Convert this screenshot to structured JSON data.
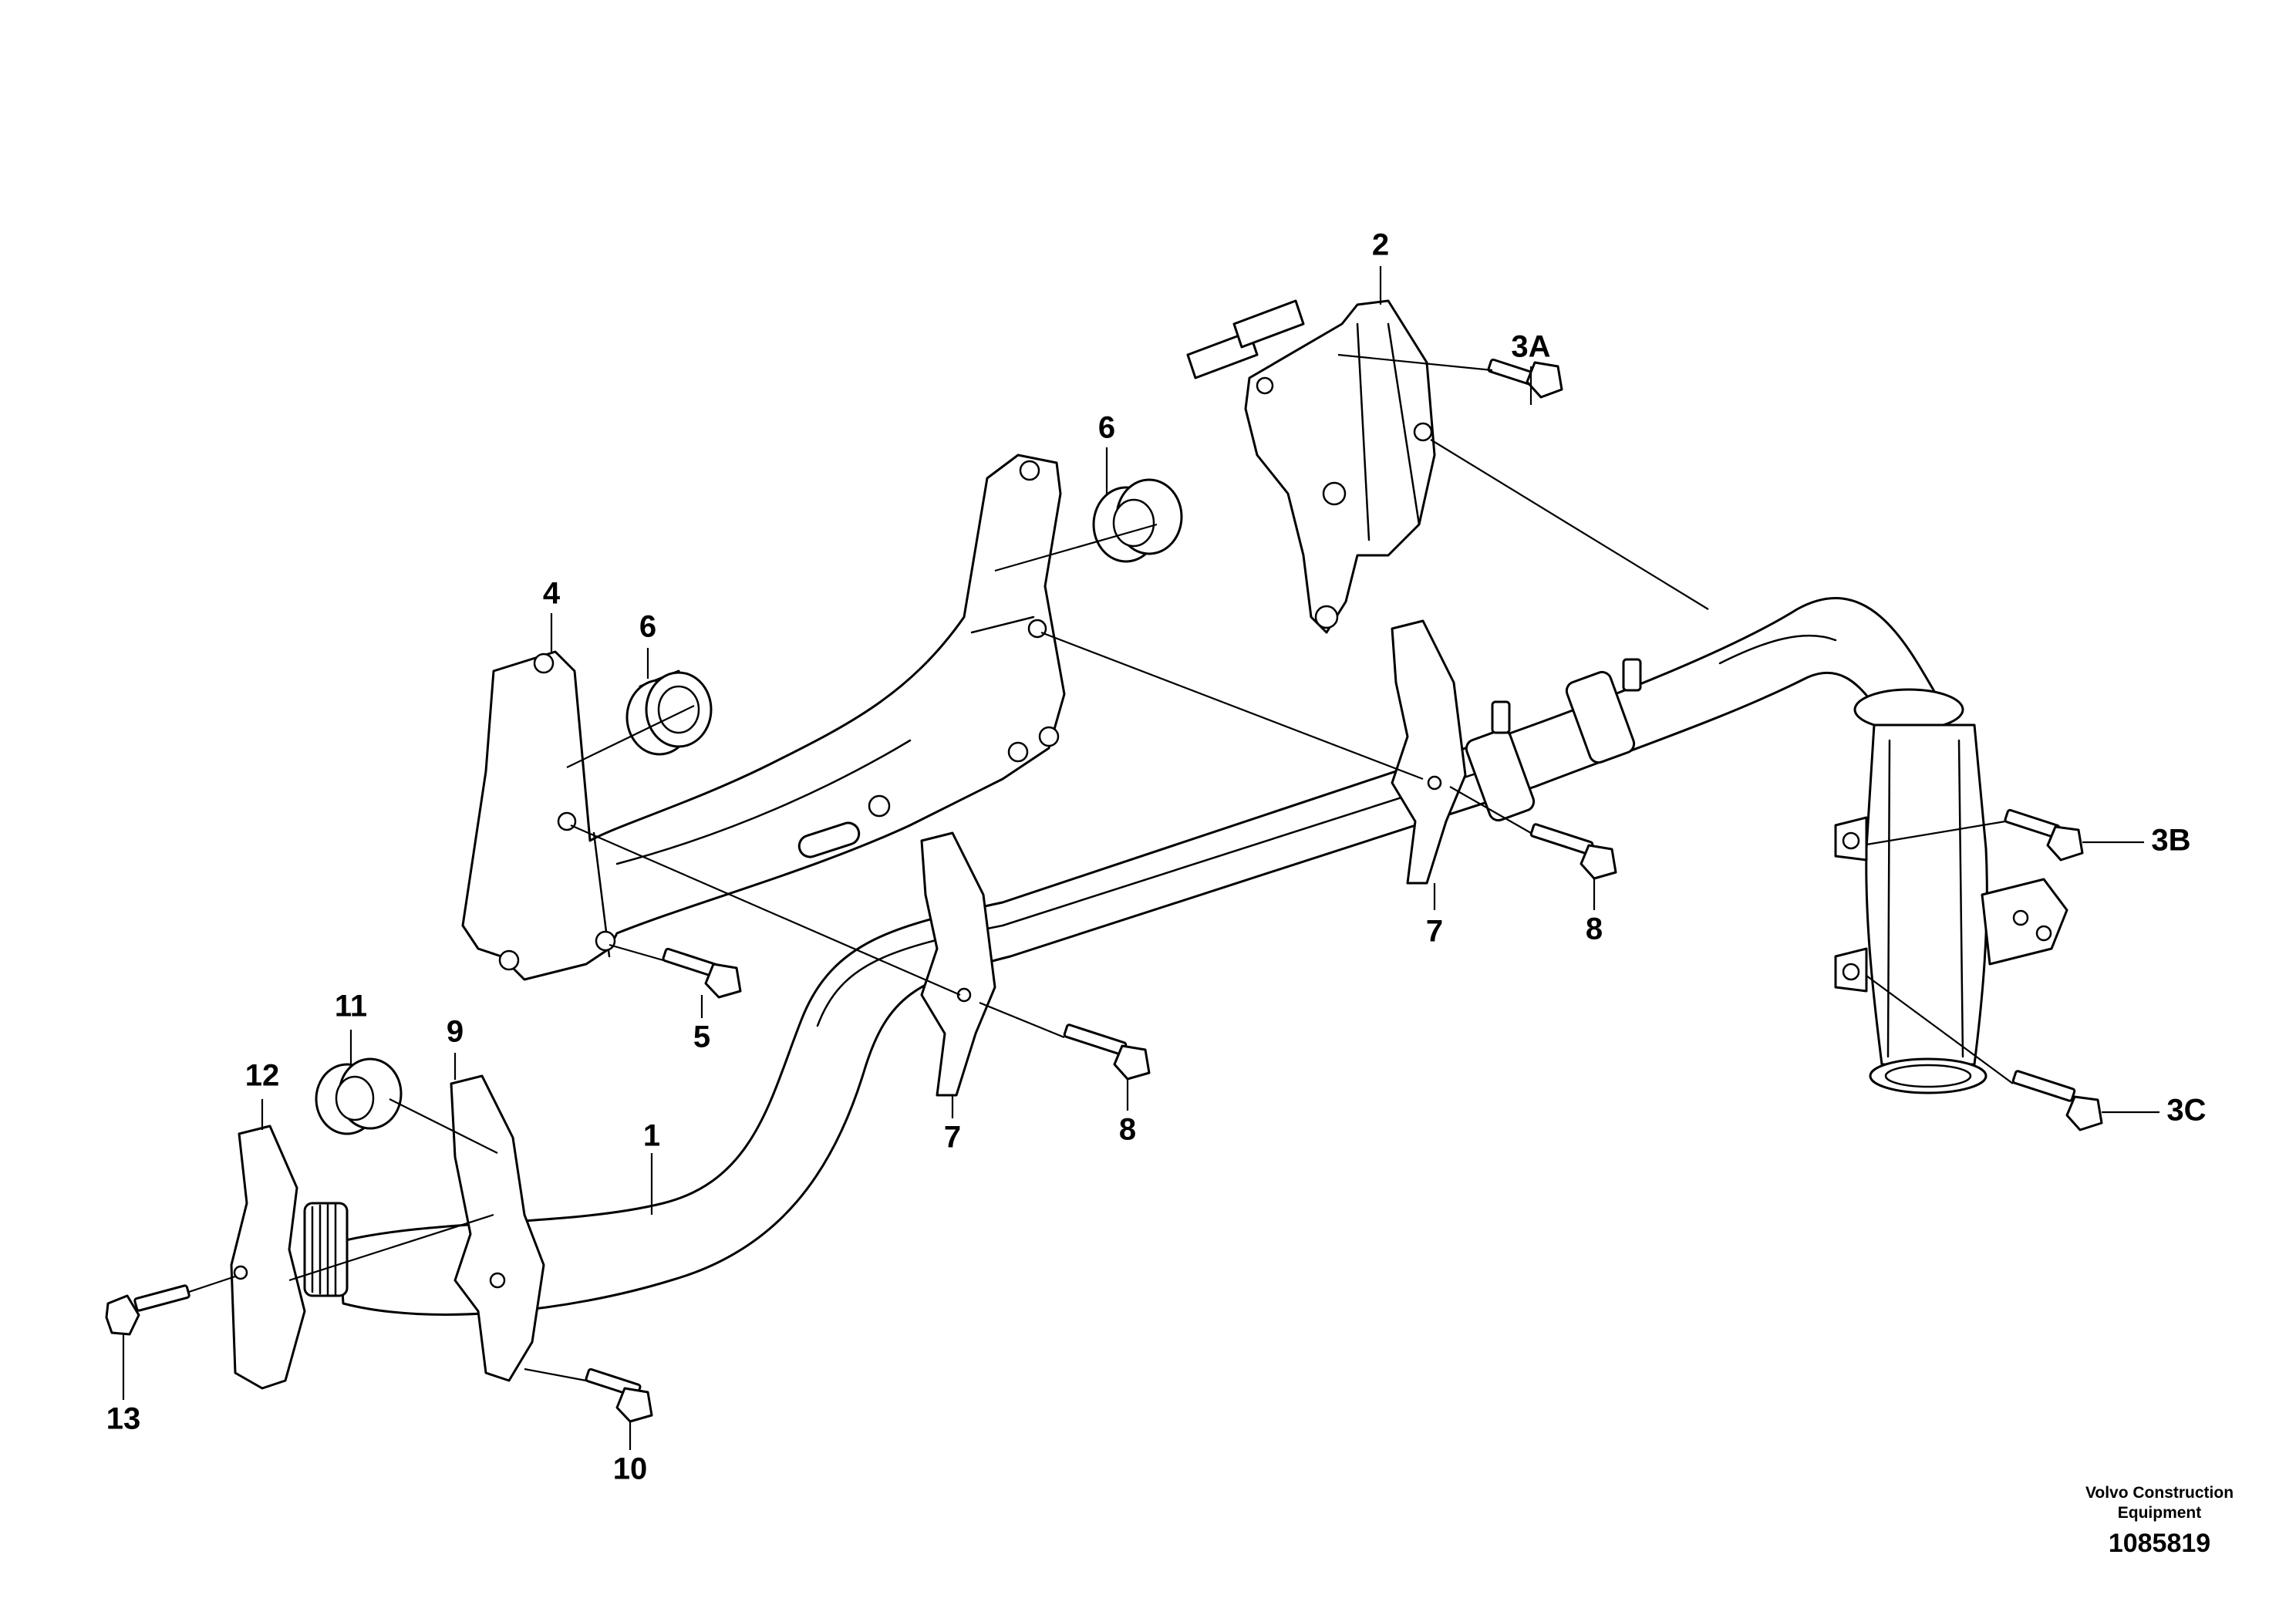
{
  "callouts": [
    {
      "id": "c1",
      "label": "1"
    },
    {
      "id": "c2",
      "label": "2"
    },
    {
      "id": "c3a",
      "label": "3A"
    },
    {
      "id": "c3b",
      "label": "3B"
    },
    {
      "id": "c3c",
      "label": "3C"
    },
    {
      "id": "c4",
      "label": "4"
    },
    {
      "id": "c5",
      "label": "5"
    },
    {
      "id": "c6a",
      "label": "6"
    },
    {
      "id": "c6b",
      "label": "6"
    },
    {
      "id": "c7a",
      "label": "7"
    },
    {
      "id": "c7b",
      "label": "7"
    },
    {
      "id": "c8a",
      "label": "8"
    },
    {
      "id": "c8b",
      "label": "8"
    },
    {
      "id": "c9",
      "label": "9"
    },
    {
      "id": "c10",
      "label": "10"
    },
    {
      "id": "c11",
      "label": "11"
    },
    {
      "id": "c12",
      "label": "12"
    },
    {
      "id": "c13",
      "label": "13"
    }
  ],
  "footer": {
    "brand_line1": "Volvo Construction",
    "brand_line2": "Equipment",
    "drawing_number": "1085819"
  }
}
